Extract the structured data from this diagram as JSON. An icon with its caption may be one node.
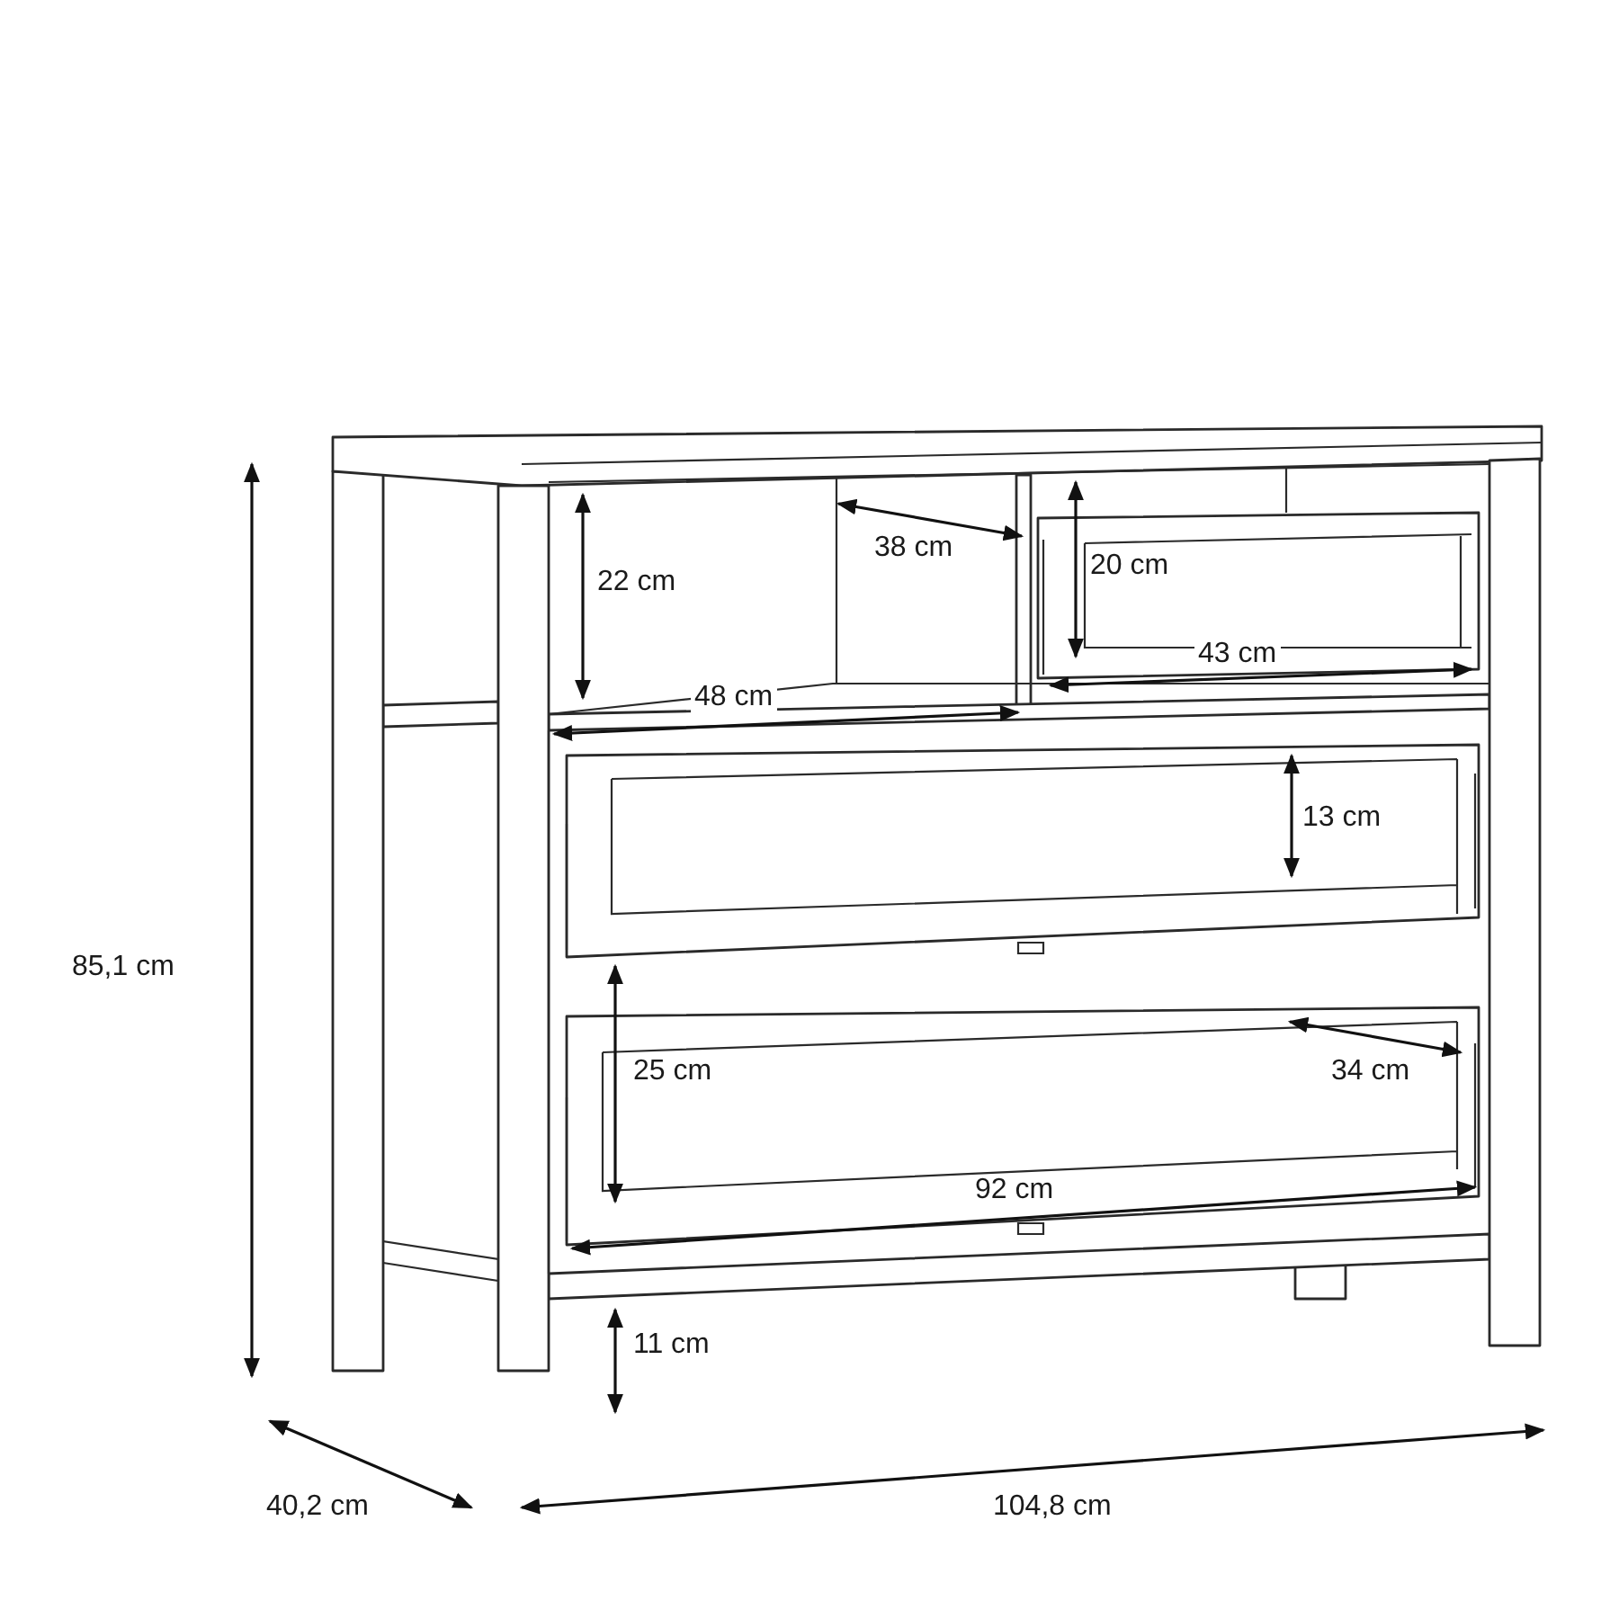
{
  "diagram": {
    "labels": [
      "38 cm",
      "20 cm",
      "22 cm",
      "43 cm",
      "48 cm",
      "13 cm",
      "85,1 cm",
      "25 cm",
      "34 cm",
      "92 cm",
      "11 cm",
      "40,2 cm",
      "104,8 cm"
    ]
  }
}
